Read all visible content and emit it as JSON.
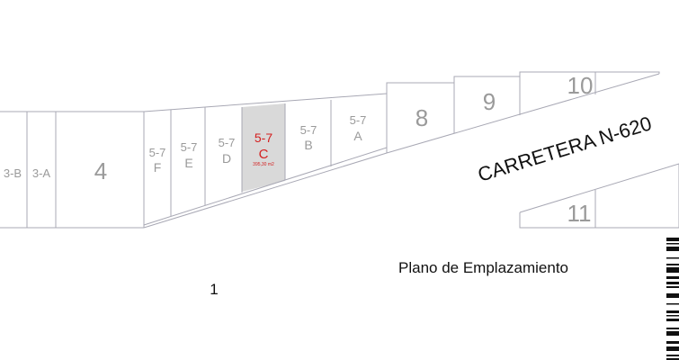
{
  "plan": {
    "title": "Plano de Emplazamiento",
    "page_number": "1",
    "road": "CARRETERA N-620",
    "lots": [
      {
        "id": "3-B",
        "label": "3-B"
      },
      {
        "id": "3-A",
        "label": "3-A"
      },
      {
        "id": "4",
        "label": "4"
      },
      {
        "id": "5-7F",
        "line1": "5-7",
        "line2": "F"
      },
      {
        "id": "5-7E",
        "line1": "5-7",
        "line2": "E"
      },
      {
        "id": "5-7D",
        "line1": "5-7",
        "line2": "D"
      },
      {
        "id": "5-7C",
        "line1": "5-7",
        "line2": "C",
        "area": "395,30 m2",
        "selected": true
      },
      {
        "id": "5-7B",
        "line1": "5-7",
        "line2": "B"
      },
      {
        "id": "5-7A",
        "line1": "5-7",
        "line2": "A"
      },
      {
        "id": "8",
        "label": "8"
      },
      {
        "id": "9",
        "label": "9"
      },
      {
        "id": "10",
        "label": "10"
      },
      {
        "id": "11",
        "label": "11"
      }
    ]
  },
  "colors": {
    "selected_fill": "#d9d9d9",
    "selected_text": "#d42020",
    "lines": "#a8a8b4",
    "labels": "#9a9a9a"
  }
}
